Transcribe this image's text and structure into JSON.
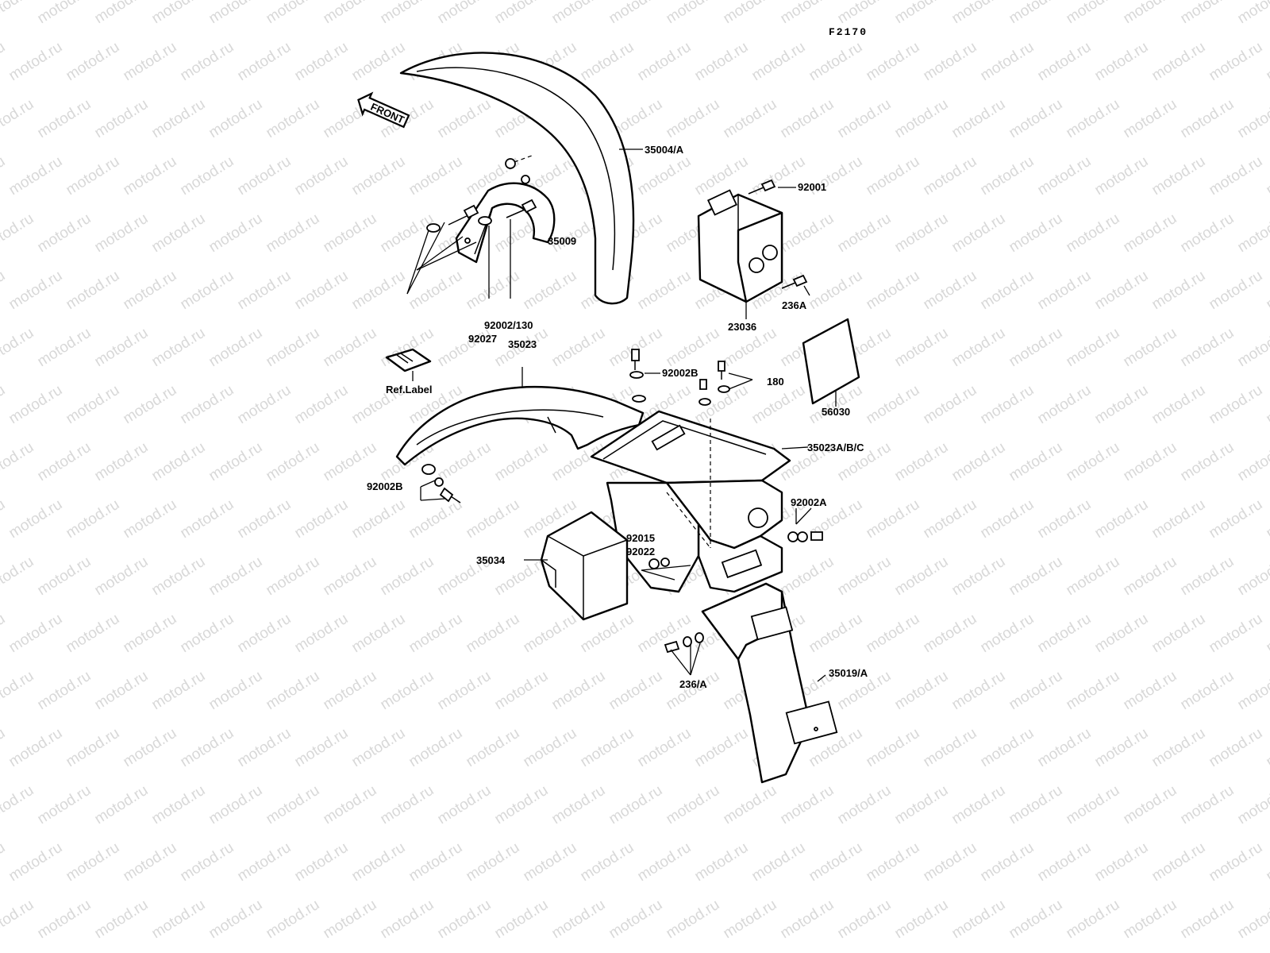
{
  "watermark": "motod.ru",
  "header": {
    "figure_code": "F2170"
  },
  "front_arrow": {
    "label": "FRONT"
  },
  "ref_label": {
    "text": "Ref.Label"
  },
  "callouts": {
    "c35004A": "35004/A",
    "c35009": "35009",
    "c92002_130": "92002/130",
    "c92027": "92027",
    "c92001": "92001",
    "c236A_top": "236A",
    "c23036": "23036",
    "c35023": "35023",
    "c92002B_top": "92002B",
    "c180": "180",
    "c56030": "56030",
    "c35023ABC": "35023A/B/C",
    "c92002B_left": "92002B",
    "c92002A": "92002A",
    "c92015": "92015",
    "c92022": "92022",
    "c35034": "35034",
    "c236A_bottom": "236/A",
    "c35019A": "35019/A"
  }
}
